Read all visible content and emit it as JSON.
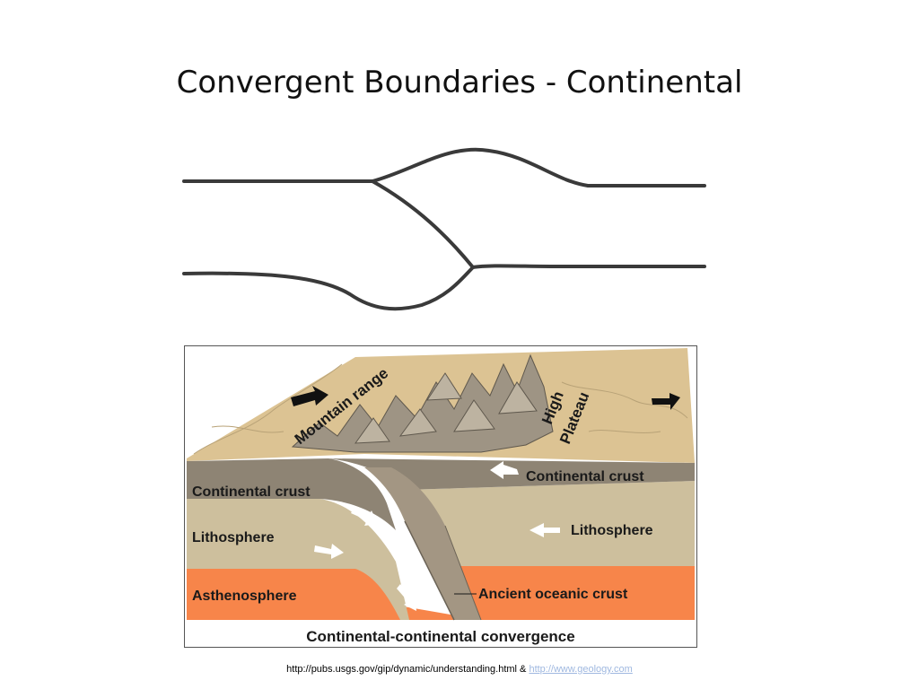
{
  "slide": {
    "title": "Convergent Boundaries - Continental"
  },
  "block_diagram": {
    "labels": {
      "mountain_range": "Mountain range",
      "high_plateau_1": "High",
      "high_plateau_2": "Plateau",
      "continental_crust_left": "Continental crust",
      "continental_crust_right": "Continental crust",
      "lithosphere_left": "Lithosphere",
      "lithosphere_right": "Lithosphere",
      "asthenosphere": "Asthenosphere",
      "ancient_oceanic_crust": "Ancient oceanic crust",
      "caption": "Continental-continental convergence"
    },
    "colors": {
      "surface": "#dcc393",
      "crust": "#8e8474",
      "lithosphere": "#cdbf9d",
      "asthenosphere": "#f7854a",
      "slab": "#a39683",
      "arrow_surface": "#111111",
      "arrow_section": "#ffffff"
    }
  },
  "footer": {
    "source_text": "http://pubs.usgs.gov/gip/dynamic/understanding.html  &",
    "link_text": "http://www.geology.com"
  }
}
